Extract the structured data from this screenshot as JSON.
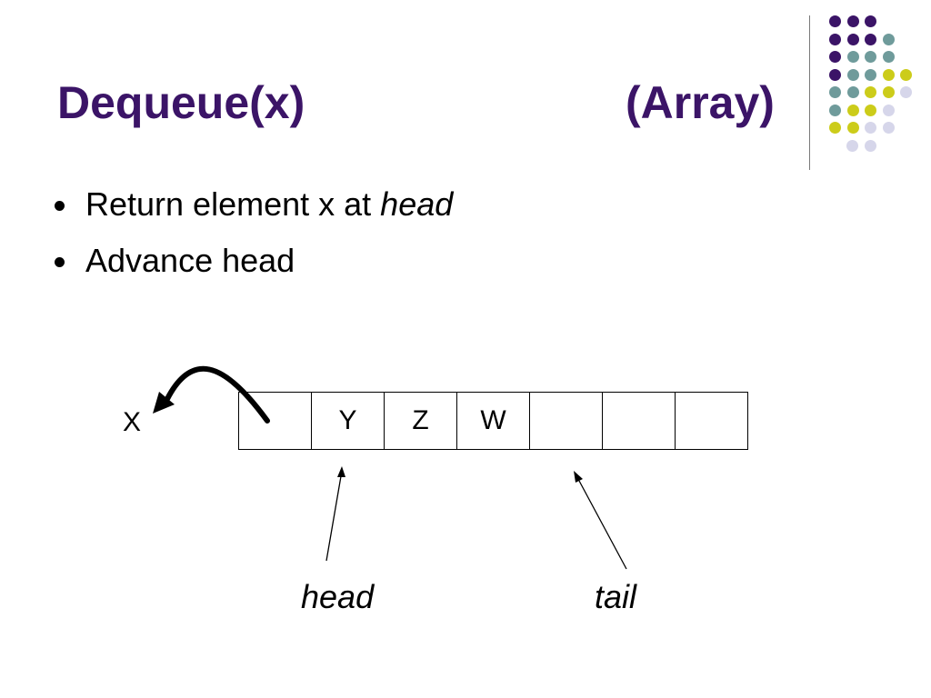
{
  "title": {
    "left": "Dequeue(x)",
    "right": "(Array)"
  },
  "colors": {
    "title": "#3b1467",
    "purple": "#3b1467",
    "teal": "#6f9b9b",
    "yellow": "#cccc1a",
    "lavender": "#d6d6ea"
  },
  "decor": {
    "dot_rows": [
      [
        "purple",
        "purple",
        "purple"
      ],
      [
        "purple",
        "purple",
        "purple",
        "teal"
      ],
      [
        "purple",
        "teal",
        "teal",
        "teal"
      ],
      [
        "purple",
        "teal",
        "teal",
        "yellow",
        "yellow"
      ],
      [
        "teal",
        "teal",
        "yellow",
        "yellow",
        "lavender"
      ],
      [
        "teal",
        "yellow",
        "yellow",
        "lavender"
      ],
      [
        "yellow",
        "yellow",
        "lavender",
        "lavender"
      ],
      [
        "lavender",
        "lavender"
      ]
    ]
  },
  "bullets": [
    {
      "text": "Return element x at ",
      "em": "head"
    },
    {
      "text": "Advance head",
      "em": ""
    }
  ],
  "diagram": {
    "removed": "X",
    "cells": [
      "",
      "Y",
      "Z",
      "W",
      "",
      "",
      ""
    ],
    "head_label": "head",
    "tail_label": "tail"
  }
}
